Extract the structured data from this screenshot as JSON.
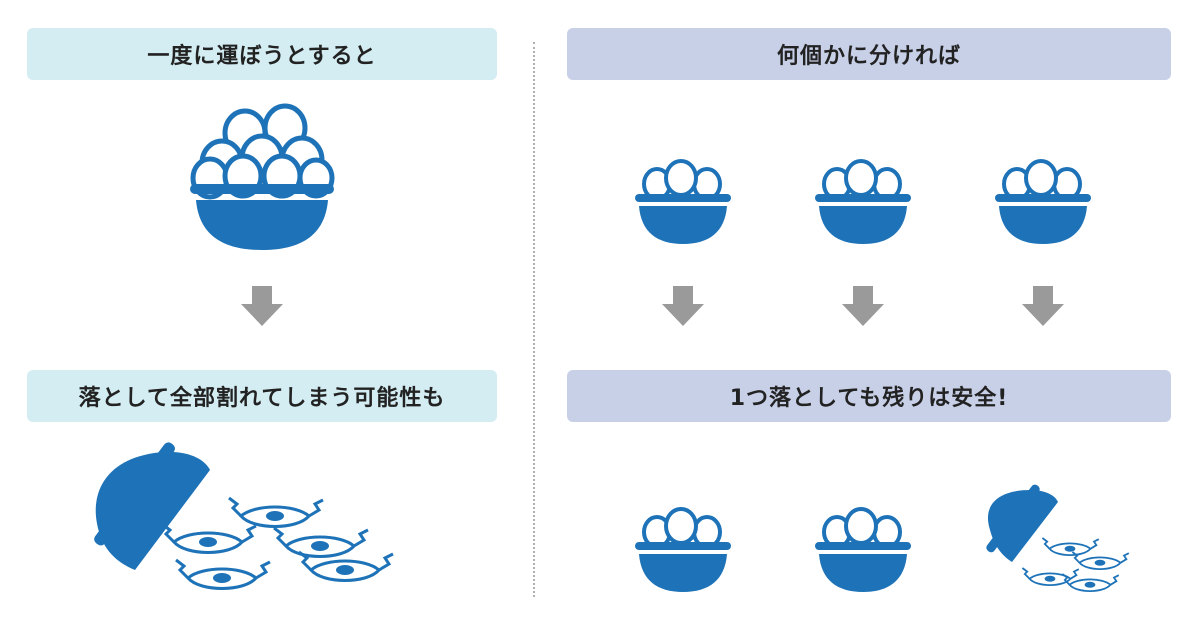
{
  "colors": {
    "left_label_bg": "#d3edf2",
    "right_label_bg": "#c8d0e8",
    "basket_blue": "#1e73b8",
    "arrow_gray": "#9a9a9a"
  },
  "left": {
    "top_label": "一度に運ぼうとすると",
    "bottom_label": "落として全部割れてしまう可能性も"
  },
  "right": {
    "top_label": "何個かに分ければ",
    "bottom_label": "1つ落としても残りは安全!"
  },
  "icons": {
    "big_basket": "egg-basket-full-icon",
    "small_basket": "egg-basket-icon",
    "arrow": "down-arrow-icon",
    "tipped_basket": "tipped-basket-icon",
    "broken_egg": "broken-egg-icon"
  }
}
